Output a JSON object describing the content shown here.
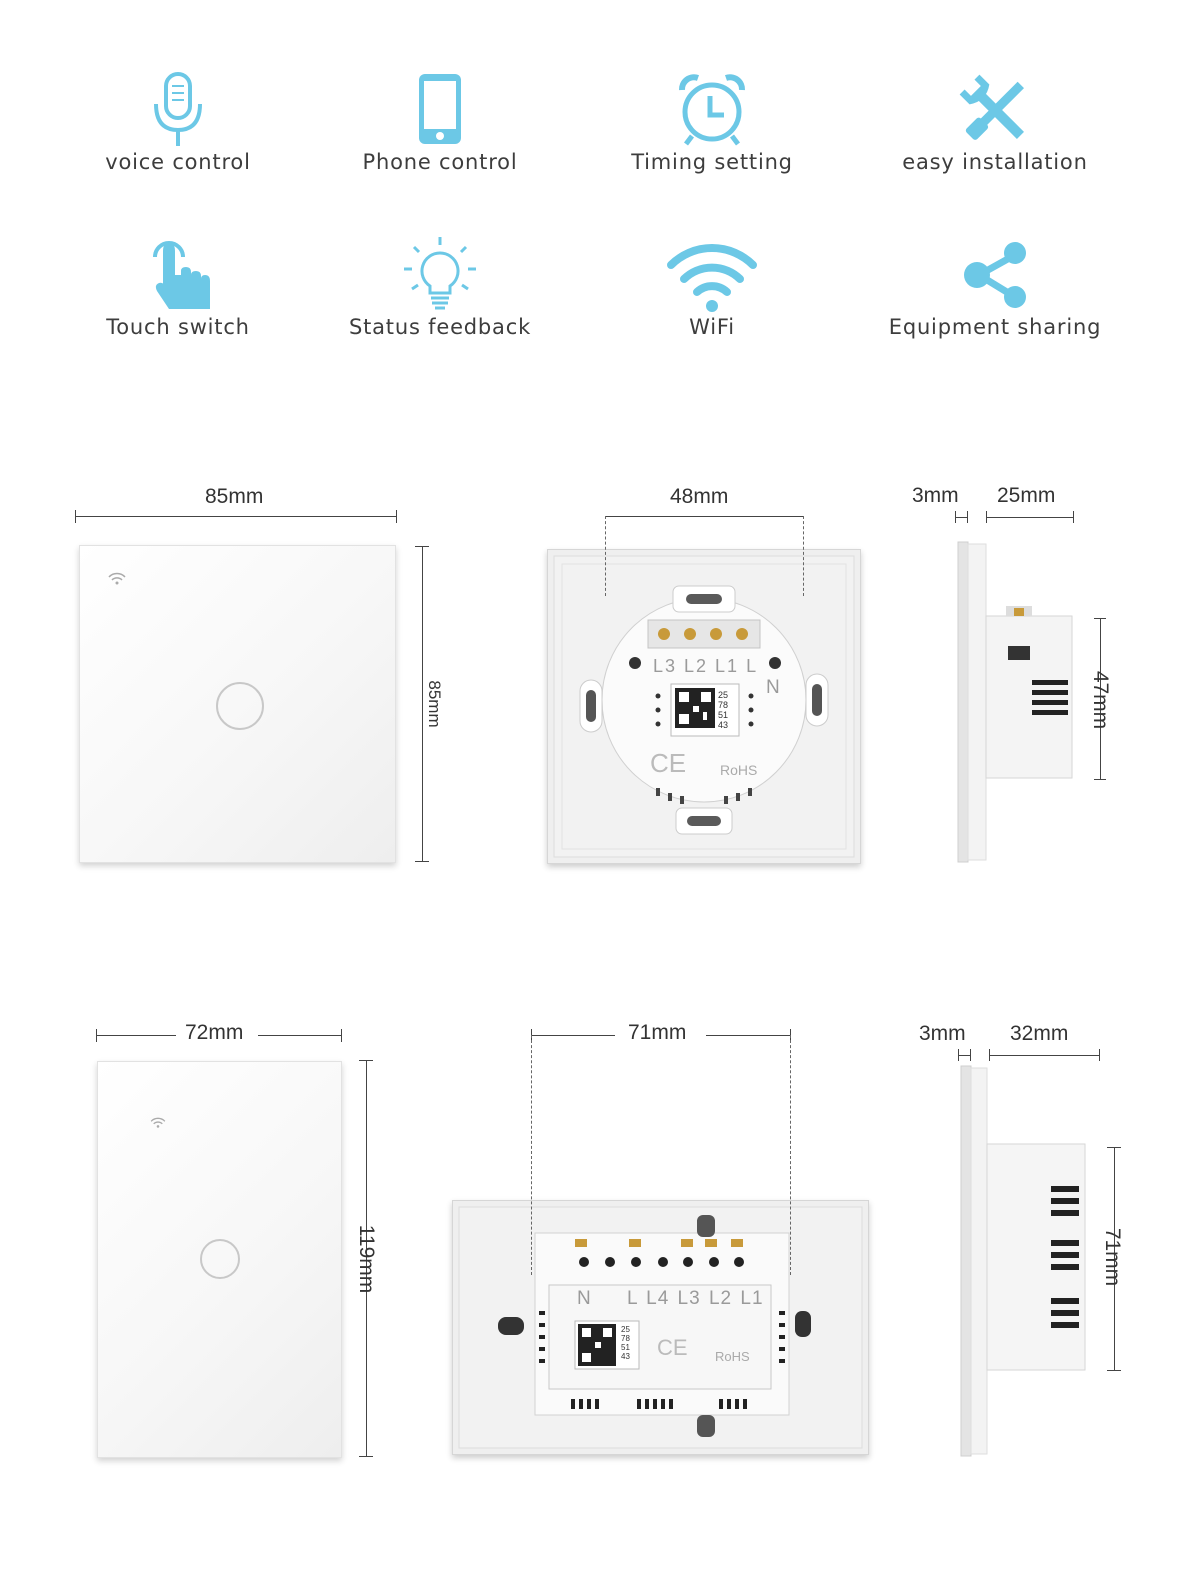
{
  "features": [
    {
      "label": "voice control",
      "icon": "microphone-icon"
    },
    {
      "label": "Phone control",
      "icon": "phone-icon"
    },
    {
      "label": "Timing setting",
      "icon": "alarm-clock-icon"
    },
    {
      "label": "easy installation",
      "icon": "tools-icon"
    },
    {
      "label": "Touch switch",
      "icon": "touch-hand-icon"
    },
    {
      "label": "Status feedback",
      "icon": "light-bulb-icon"
    },
    {
      "label": "WiFi",
      "icon": "wifi-icon"
    },
    {
      "label": "Equipment sharing",
      "icon": "share-icon"
    }
  ],
  "colors": {
    "icon": "#6cc8e6",
    "text": "#3d3d3d"
  },
  "eu": {
    "front_width": "85mm",
    "front_height": "85mm",
    "back_width": "48mm",
    "side_glass": "3mm",
    "side_depth": "25mm",
    "side_height": "47mm",
    "terminals": "L3 L2 L1 L",
    "neutral": "N",
    "qr_code": "2578 5143",
    "ce": "CE",
    "rohs": "RoHS"
  },
  "us": {
    "front_width": "72mm",
    "front_height": "119mm",
    "back_width": "71mm",
    "side_glass": "3mm",
    "side_depth": "32mm",
    "side_height": "71mm",
    "neutral": "N",
    "terminals": "L L4 L3 L2 L1",
    "qr_code": "2578 5143",
    "ce": "CE",
    "rohs": "RoHS"
  }
}
